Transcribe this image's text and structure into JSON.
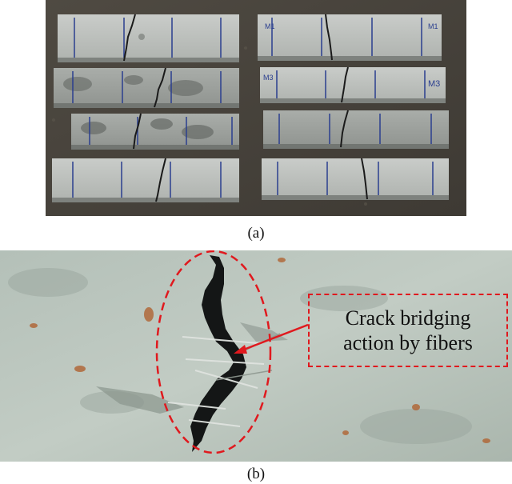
{
  "figure": {
    "captions": {
      "a": "(a)",
      "b": "(b)"
    },
    "annotation": {
      "line1": "Crack bridging",
      "line2": "action by fibers"
    },
    "labels": {
      "m1": "M1",
      "m3": "M3"
    },
    "colors": {
      "accent": "#e0191e"
    }
  }
}
